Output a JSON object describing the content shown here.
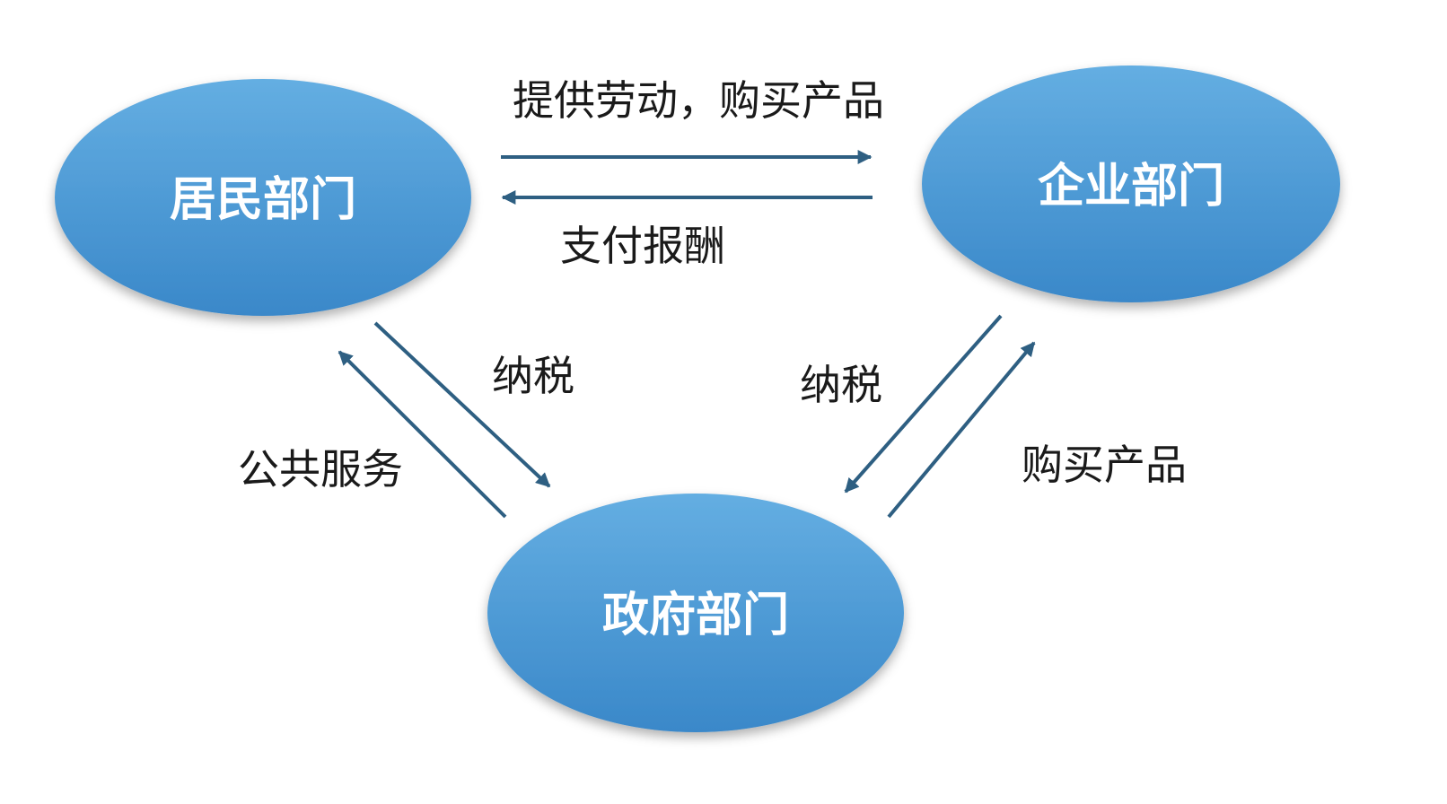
{
  "nodes": {
    "households": "居民部门",
    "firms": "企业部门",
    "government": "政府部门"
  },
  "edges": {
    "households_to_firms": "提供劳动，购买产品",
    "firms_to_households": "支付报酬",
    "households_to_government": "纳税",
    "government_to_households": "公共服务",
    "firms_to_government": "纳税",
    "government_to_firms": "购买产品"
  },
  "colors": {
    "node_top": "#64aee2",
    "node_bottom": "#3a88c9",
    "arrow": "#2e5f82"
  }
}
